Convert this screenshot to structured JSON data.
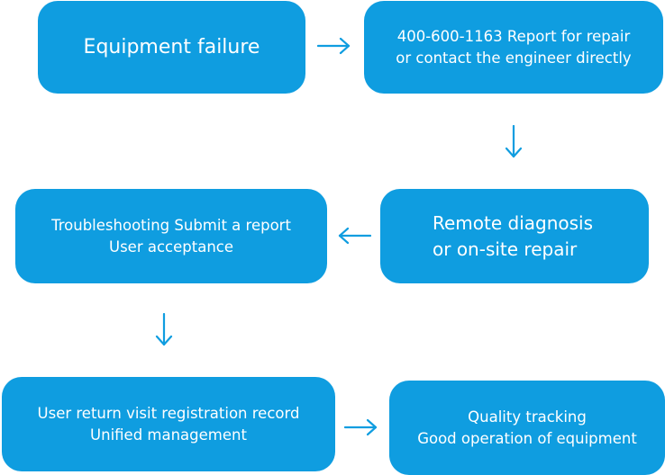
{
  "colors": {
    "box_fill": "#0f9de0",
    "text": "#ffffff",
    "arrow": "#0f9de0"
  },
  "steps": [
    {
      "lines": [
        "Equipment failure"
      ]
    },
    {
      "lines": [
        "400-600-1163 Report for repair",
        "or contact the engineer directly"
      ]
    },
    {
      "lines": [
        "Remote diagnosis",
        "or on-site repair"
      ]
    },
    {
      "lines": [
        "Troubleshooting Submit a report",
        "User acceptance"
      ]
    },
    {
      "lines": [
        "User return visit registration record",
        "Unified management"
      ]
    },
    {
      "lines": [
        "Quality tracking",
        "Good operation of equipment"
      ]
    }
  ],
  "arrows": [
    {
      "from": 1,
      "to": 2,
      "direction": "right"
    },
    {
      "from": 2,
      "to": 3,
      "direction": "down"
    },
    {
      "from": 3,
      "to": 4,
      "direction": "left"
    },
    {
      "from": 4,
      "to": 5,
      "direction": "down"
    },
    {
      "from": 5,
      "to": 6,
      "direction": "right"
    }
  ]
}
